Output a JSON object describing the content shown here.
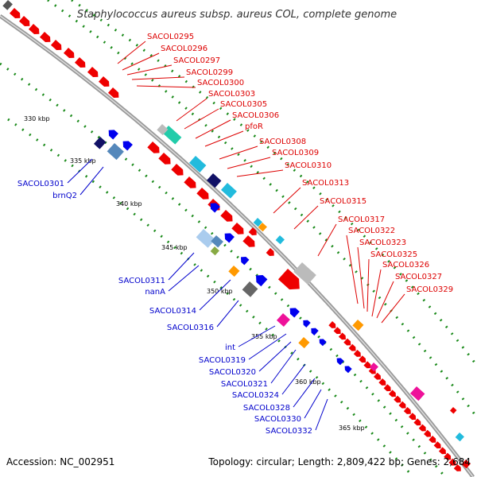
{
  "title": "Staphylococcus aureus subsp. aureus COL, complete genome",
  "footer": {
    "accession": "Accession: NC_002951",
    "topology": "Topology: circular; Length: 2,809,422 bp; Genes: 2,684"
  },
  "ticks": [
    "330 kbp",
    "335 kbp",
    "340 kbp",
    "345 kbp",
    "350 kbp",
    "355 kbp",
    "360 kbp",
    "365 kbp"
  ],
  "forward_labels": [
    "SACOL0295",
    "SACOL0296",
    "SACOL0297",
    "SACOL0299",
    "SACOL0300",
    "SACOL0303",
    "SACOL0305",
    "SACOL0306",
    "pfoR",
    "SACOL0308",
    "SACOL0309",
    "SACOL0310",
    "SACOL0313",
    "SACOL0315",
    "SACOL0317",
    "SACOL0322",
    "SACOL0323",
    "SACOL0325",
    "SACOL0326",
    "SACOL0327",
    "SACOL0329"
  ],
  "reverse_labels": [
    "SACOL0301",
    "brnQ2",
    "SACOL0311",
    "nanA",
    "SACOL0314",
    "SACOL0316",
    "int",
    "SACOL0319",
    "SACOL0320",
    "SACOL0321",
    "SACOL0324",
    "SACOL0328",
    "SACOL0330",
    "SACOL0332"
  ],
  "colors": {
    "forward_label": "#dd0000",
    "reverse_label": "#0000cc",
    "backbone": "#888888",
    "dots": "#1a8a1a",
    "forward_gene": "#ee0000",
    "reverse_gene": "#0000ee",
    "teal": "#22ccaa",
    "cyan": "#22bbdd",
    "orange": "#ff9900",
    "magenta": "#ee1199",
    "grey": "#bbbbbb",
    "navy": "#111166",
    "steel": "#5588bb"
  }
}
